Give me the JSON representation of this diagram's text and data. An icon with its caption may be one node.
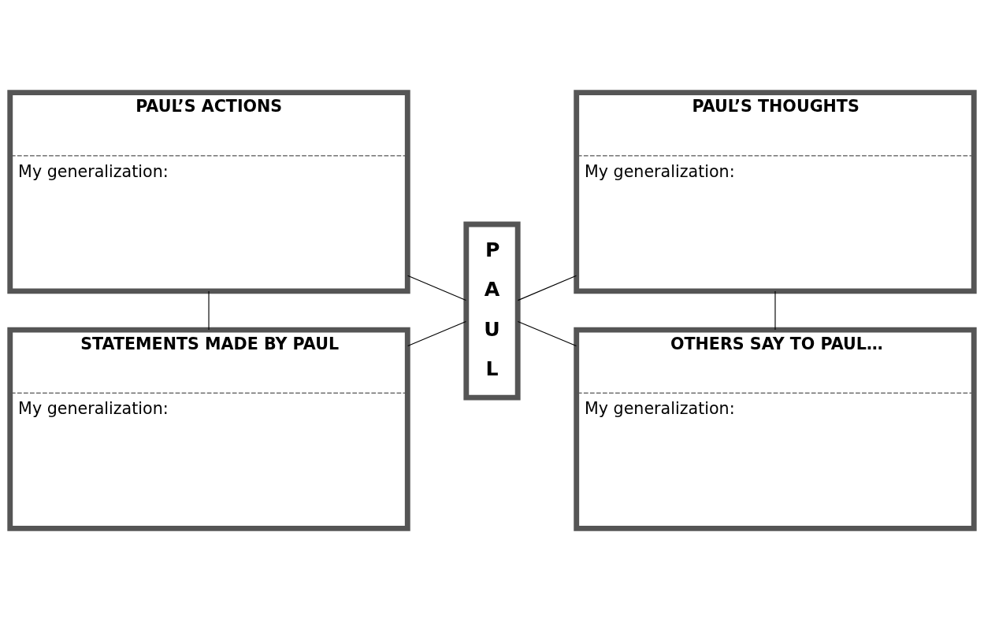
{
  "diagram": {
    "nodes": [
      {
        "text": [
          "PAUL’S ACTIONS",
          "My generalization:"
        ]
      },
      {
        "text": [
          "PAUL’S THOUGHTS",
          "My generalization:"
        ]
      },
      {
        "text": [
          "P A U L"
        ]
      },
      {
        "text": [
          "STATEMENTS MADE BY PAUL",
          "My generalization:"
        ]
      },
      {
        "text": [
          "OTHERS SAY TO PAUL…",
          "My generalization:"
        ]
      }
    ],
    "edges": [
      {
        "from": 0,
        "to": 2,
        "arrow": "none"
      },
      {
        "from": 2,
        "to": 1,
        "arrow": "none"
      },
      {
        "from": 3,
        "to": 2,
        "arrow": "none"
      },
      {
        "from": 2,
        "to": 4,
        "arrow": "none"
      },
      {
        "from": 0,
        "to": 3,
        "arrow": "none"
      },
      {
        "from": 1,
        "to": 4,
        "arrow": "none"
      }
    ]
  }
}
